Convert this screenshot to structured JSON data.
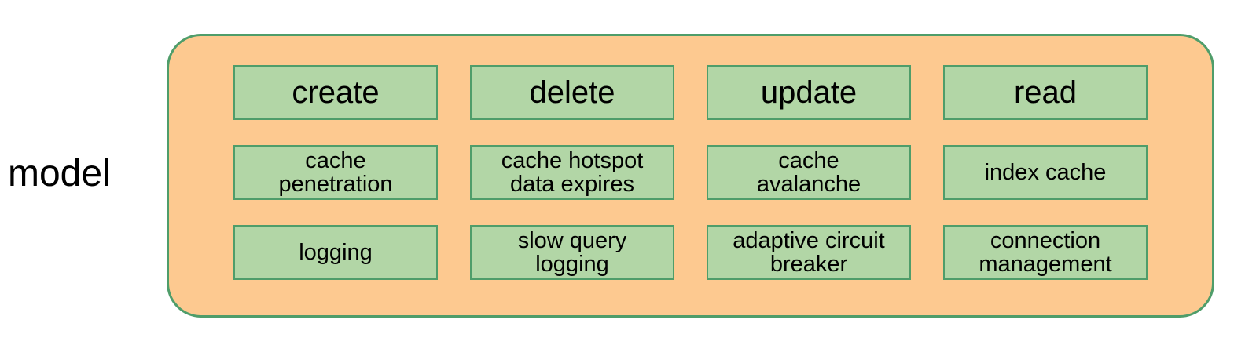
{
  "diagram": {
    "model_label": "model",
    "container": {
      "fill": "#FDC990",
      "border_color": "#4F9D6A",
      "shape": "rounded-rectangle"
    },
    "cell_style": {
      "fill": "#B2D6A6",
      "border_color": "#4F9D6A",
      "text_color": "#000000"
    },
    "grid": {
      "rows": [
        {
          "cells": [
            "create",
            "delete",
            "update",
            "read"
          ]
        },
        {
          "cells": [
            "cache\npenetration",
            "cache hotspot\ndata expires",
            "cache\navalanche",
            "index cache"
          ]
        },
        {
          "cells": [
            "logging",
            "slow query\nlogging",
            "adaptive circuit\nbreaker",
            "connection\nmanagement"
          ]
        }
      ]
    }
  }
}
